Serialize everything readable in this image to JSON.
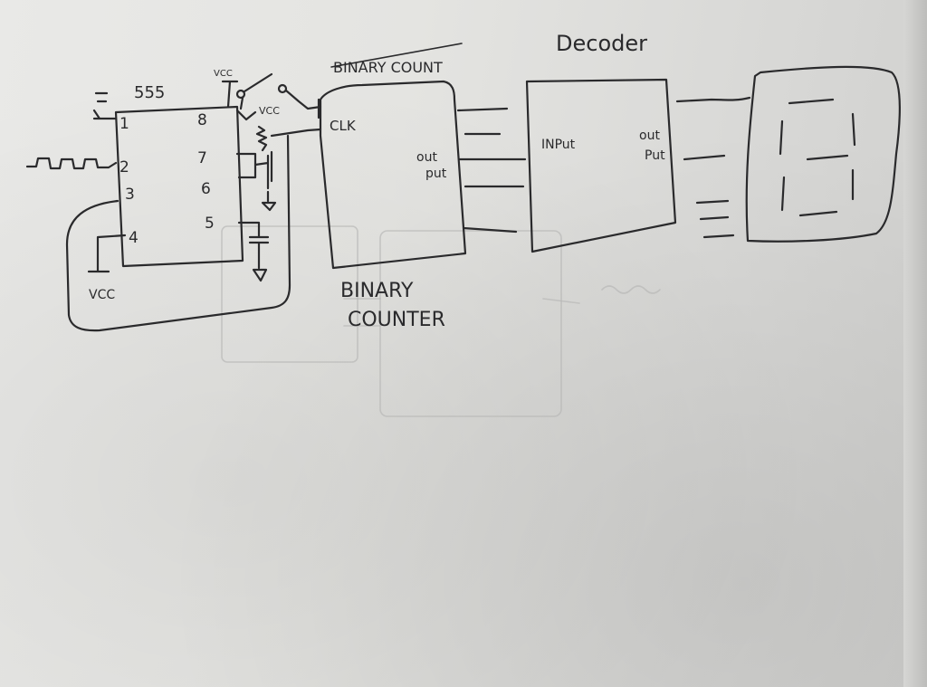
{
  "labels": {
    "ic_name": "555",
    "pins_left": [
      "1",
      "2",
      "3",
      "4"
    ],
    "pins_right": [
      "8",
      "7",
      "6",
      "5"
    ],
    "vcc_top": "VCC",
    "vcc_switch": "VCC",
    "vcc_bottom": "VCC",
    "counter_heading_struck": "BINARY COUNT",
    "counter_clk": "CLK",
    "counter_out": "out",
    "counter_put": "put",
    "counter_title_line1": "BINARY",
    "counter_title_line2": "COUNTER",
    "decoder_heading": "Decoder",
    "decoder_input": "INPut",
    "decoder_out": "out",
    "decoder_put": "Put"
  }
}
